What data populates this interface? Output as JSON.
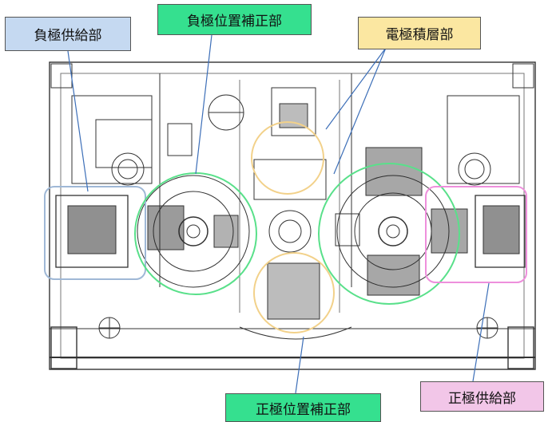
{
  "labels": {
    "negative_supply": "負極供給部",
    "negative_position_correction": "負極位置補正部",
    "electrode_stacking": "電極積層部",
    "positive_position_correction": "正極位置補正部",
    "positive_supply": "正極供給部"
  },
  "colors": {
    "negative_supply_fill": "#c5d9f1",
    "negative_supply_ring": "#9fb8d6",
    "negative_position_fill": "#35e08f",
    "negative_position_ring": "#59e08a",
    "stacking_fill": "#fbe7a1",
    "stacking_ring": "#f2d18a",
    "positive_position_fill": "#35e08f",
    "positive_position_ring": "#f2d18a",
    "positive_supply_fill": "#f2c6e8",
    "positive_supply_ring": "#ee8fdc",
    "leader_line": "#3d6fb8",
    "drawing_line": "#333333"
  },
  "icons": [
    "cad-machine-drawing"
  ]
}
